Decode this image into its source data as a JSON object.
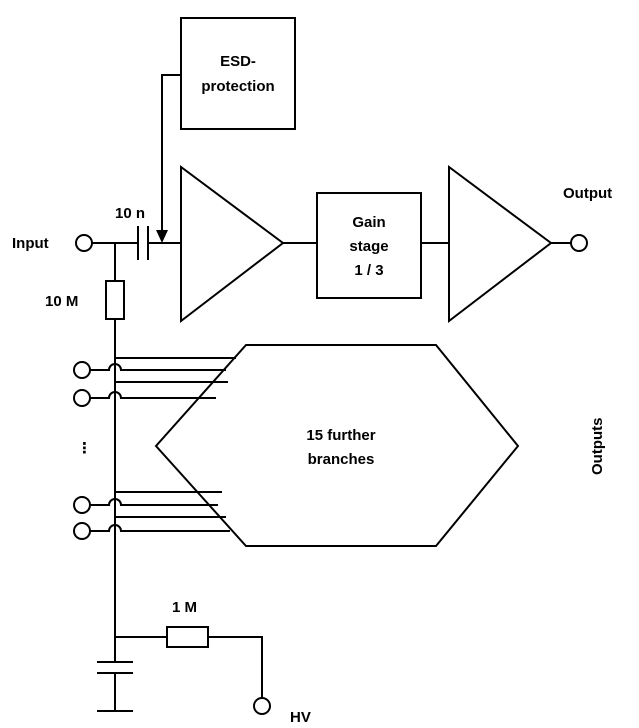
{
  "colors": {
    "stroke": "#000000",
    "background": "#ffffff"
  },
  "blocks": {
    "esd": {
      "line1": "ESD-",
      "line2": "protection"
    },
    "gain": {
      "line1": "Gain",
      "line2": "stage",
      "line3": "1 / 3"
    },
    "branches": {
      "line1": "15 further",
      "line2": "branches"
    }
  },
  "labels": {
    "input": "Input",
    "output": "Output",
    "outputs": "Outputs",
    "hv": "HV",
    "capacitor": "10 n",
    "resistor_input": "10 M",
    "resistor_hv": "1 M",
    "ellipsis": "⋮"
  }
}
